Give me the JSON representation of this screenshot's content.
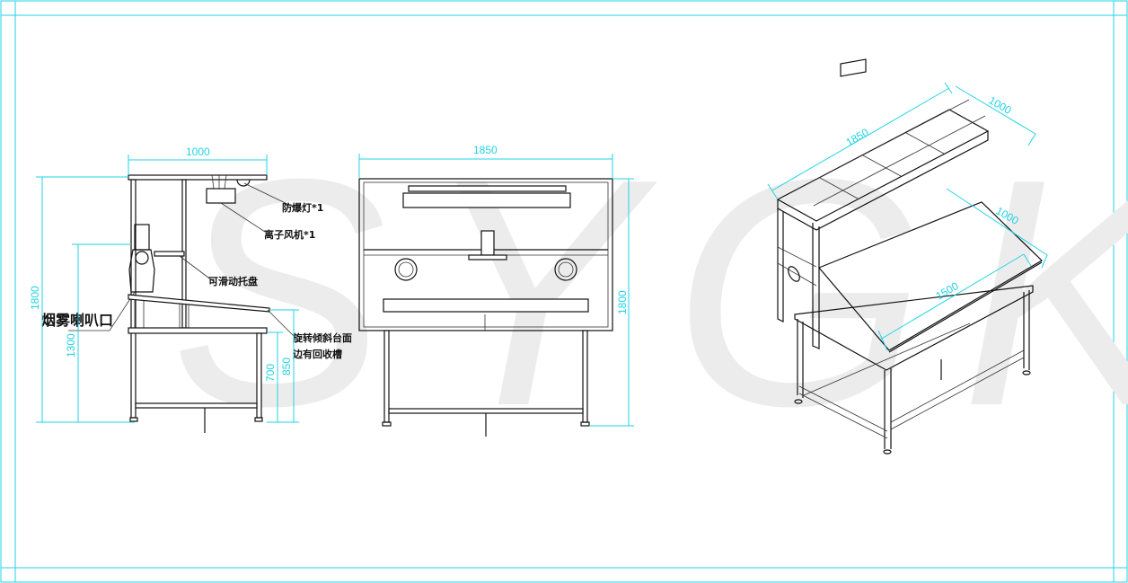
{
  "watermark": "SYGK",
  "colors": {
    "dimension": "#22d3e6",
    "line": "#111111",
    "watermark": "#ececec"
  },
  "side_view": {
    "dims": {
      "width": "1000",
      "height": "1800",
      "inlet_height": "1300",
      "table_height": "700",
      "top_height": "850"
    },
    "labels": {
      "lamp": "防爆灯*1",
      "ion_fan": "离子风机*1",
      "tray": "可滑动托盘",
      "smoke_inlet": "烟雾喇叭口",
      "tilt_top_1": "旋转倾斜台面",
      "tilt_top_2": "边有回收槽"
    }
  },
  "front_view": {
    "dims": {
      "width": "1850",
      "height": "1800"
    }
  },
  "iso_view": {
    "dims": {
      "length": "1850",
      "depth": "1000",
      "top_depth": "1000",
      "top_length": "1500"
    }
  }
}
